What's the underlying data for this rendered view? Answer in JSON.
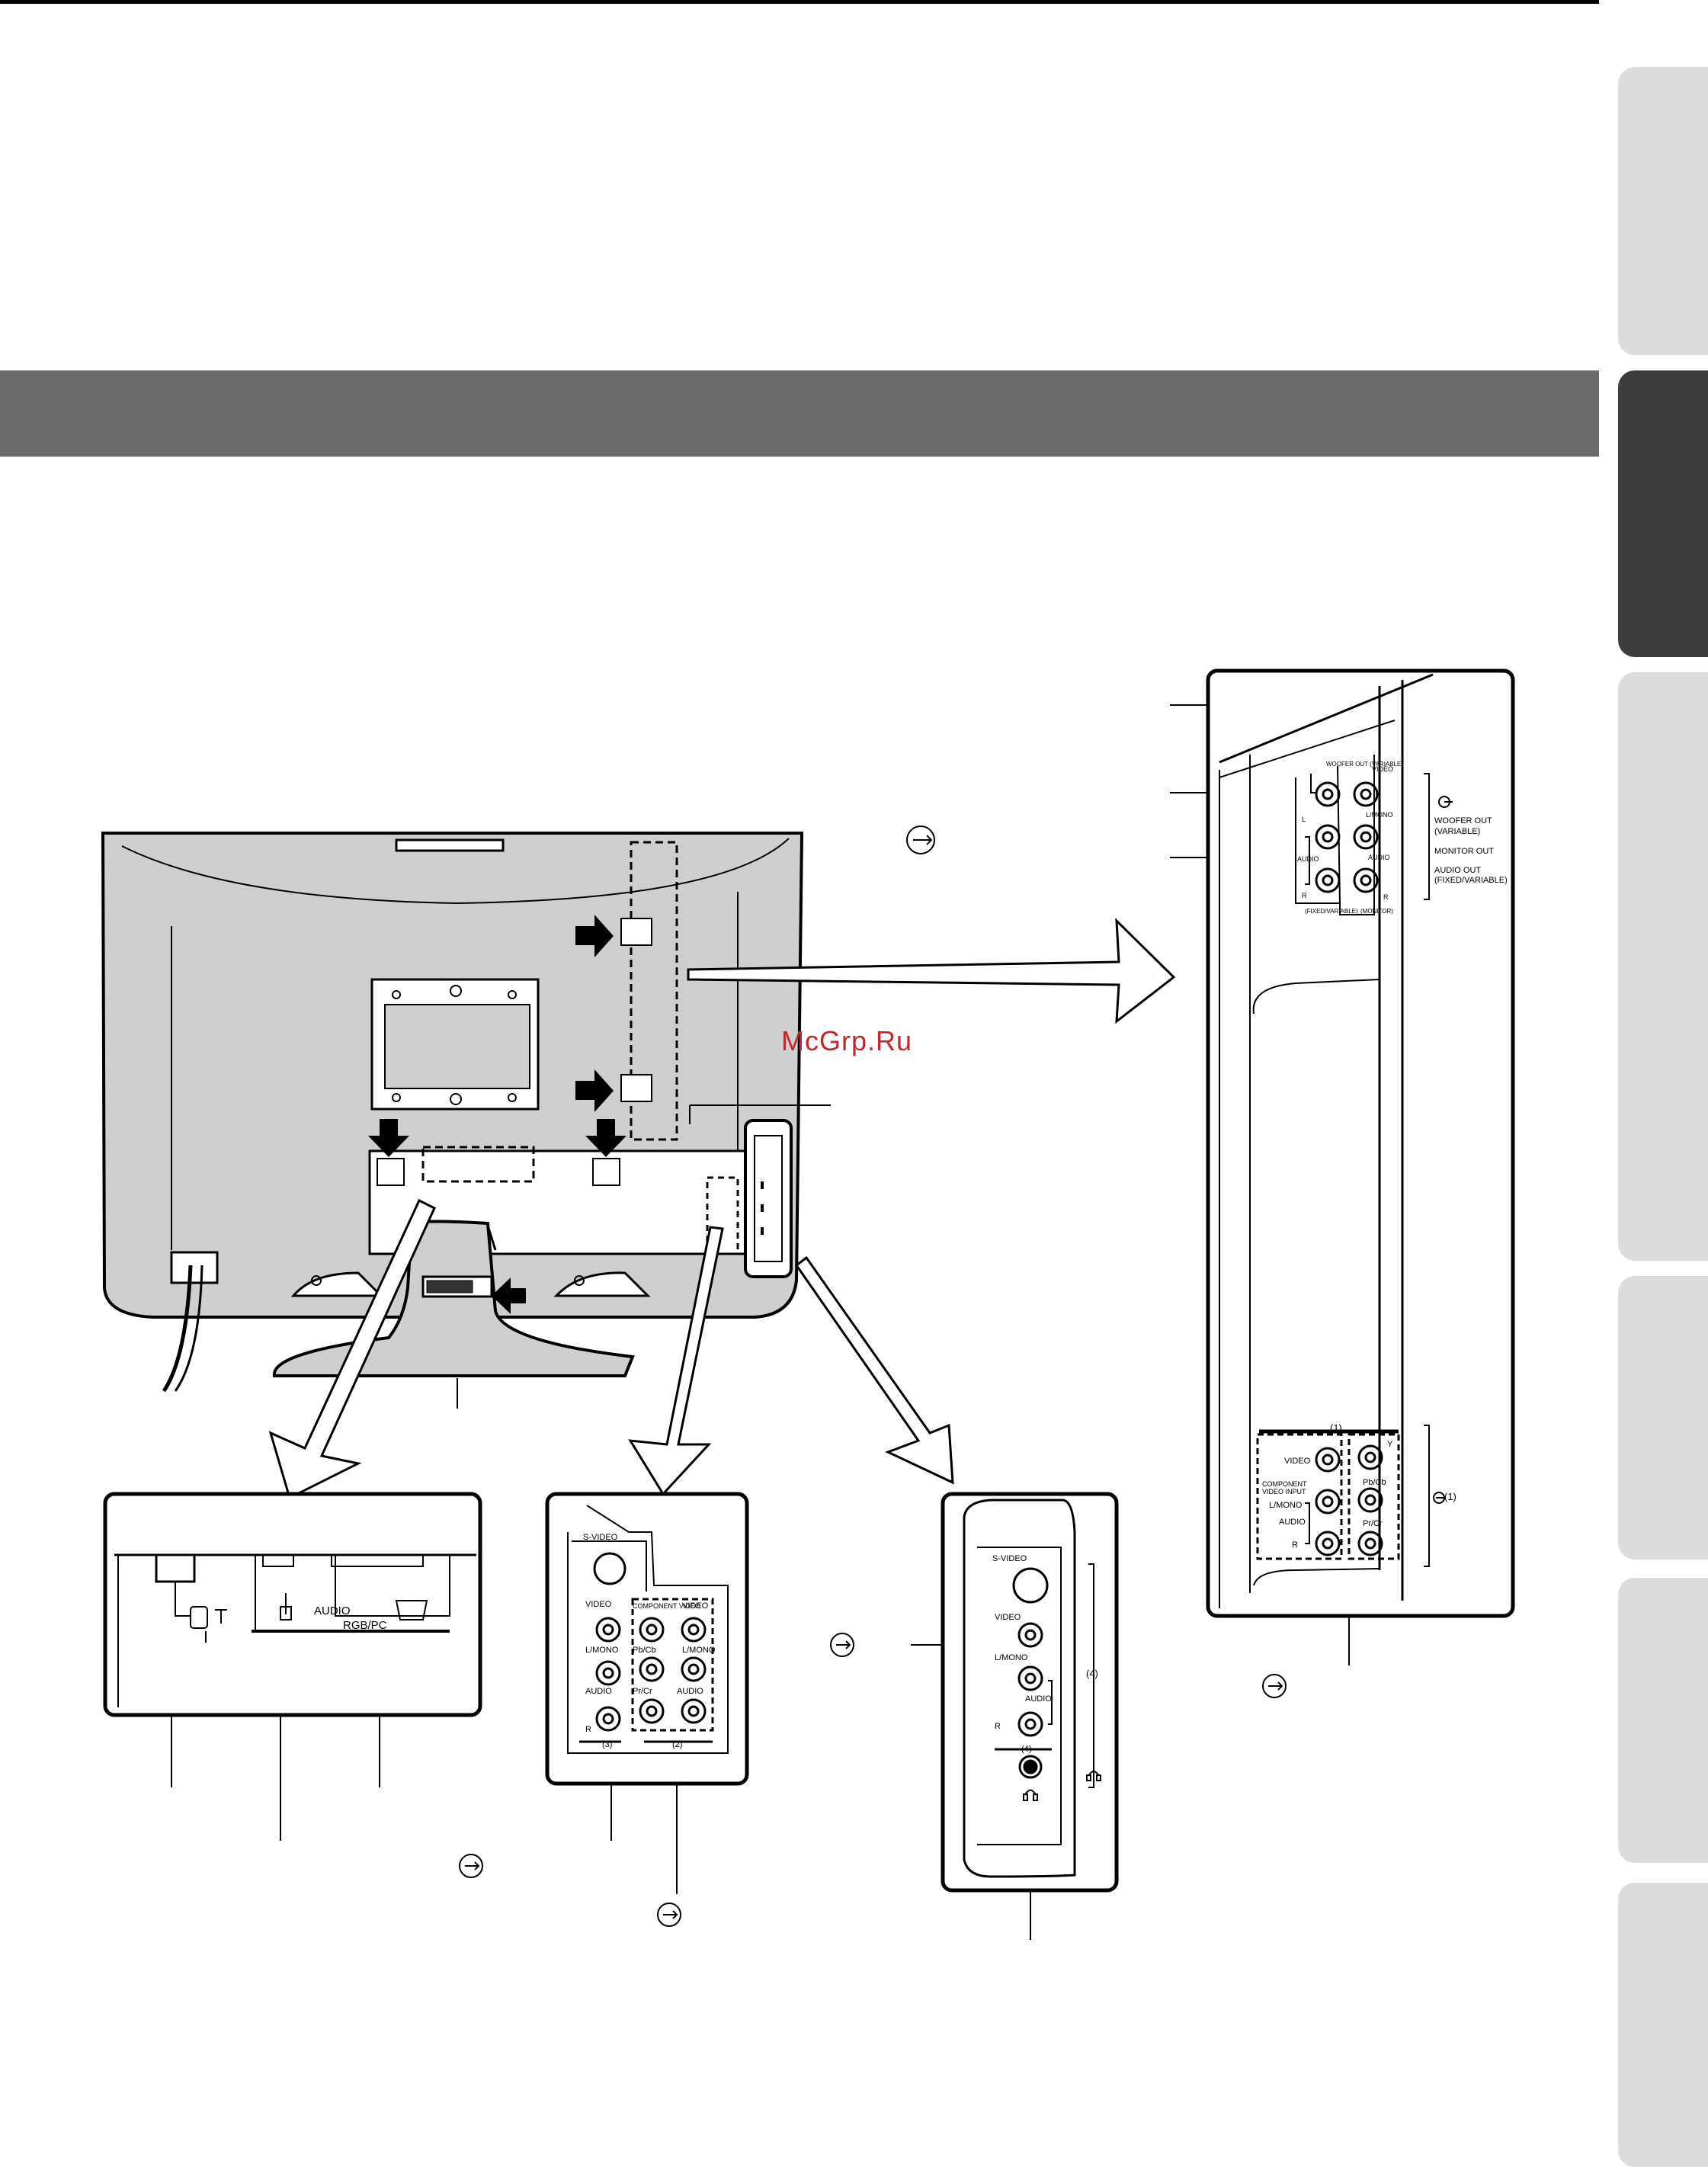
{
  "watermark": "McGrp.Ru",
  "rear_panel": {
    "port_label": "RGB/PC",
    "audio_label": "AUDIO"
  },
  "inputs_3_2": {
    "svideo": "S-VIDEO",
    "video": "VIDEO",
    "lmono": "L/MONO",
    "audio": "AUDIO",
    "r": "R",
    "component_video": "COMPONENT VIDEO",
    "video2": "VIDEO",
    "pb": "Pb/Cb",
    "pr": "Pr/Cr",
    "lmono2": "L/MONO",
    "audio2": "AUDIO",
    "in3": "(3)",
    "in2": "(2)"
  },
  "side_panel": {
    "svideo": "S-VIDEO",
    "video": "VIDEO",
    "lmono": "L/MONO",
    "audio": "AUDIO",
    "r": "R",
    "in4": "(4)",
    "bracket4": "(4)"
  },
  "side_detail": {
    "woofer_out_small": "WOOFER OUT (VARIABLE)",
    "video_out": "VIDEO",
    "l": "L",
    "lmono_out": "L/MONO",
    "audio_left": "AUDIO",
    "audio_right": "AUDIO",
    "r_left": "R",
    "r_right": "R",
    "fixed_variable": "(FIXED/VARIABLE)",
    "monitor_small": "(MONITOR)",
    "legend_woofer": "WOOFER OUT",
    "legend_woofer_sub": "(VARIABLE)",
    "legend_monitor": "MONITOR OUT",
    "legend_audio_out": "AUDIO OUT",
    "legend_audio_sub": "(FIXED/VARIABLE)",
    "in1": "(1)",
    "comp_video": "VIDEO",
    "component_line1": "COMPONENT",
    "component_line2": "VIDEO INPUT",
    "lmono_in": "L/MONO",
    "audio_in": "AUDIO",
    "r_in": "R",
    "y": "Y",
    "pb": "Pb/Cb",
    "pr": "Pr/Cr",
    "bracket1": "(1)"
  },
  "colors": {
    "section_bar": "#6a6a6a",
    "tab_light": "#dcdcdc",
    "tab_dark": "#3d3d3d",
    "tv_body": "#cfcfcf",
    "watermark": "#c0282c"
  }
}
